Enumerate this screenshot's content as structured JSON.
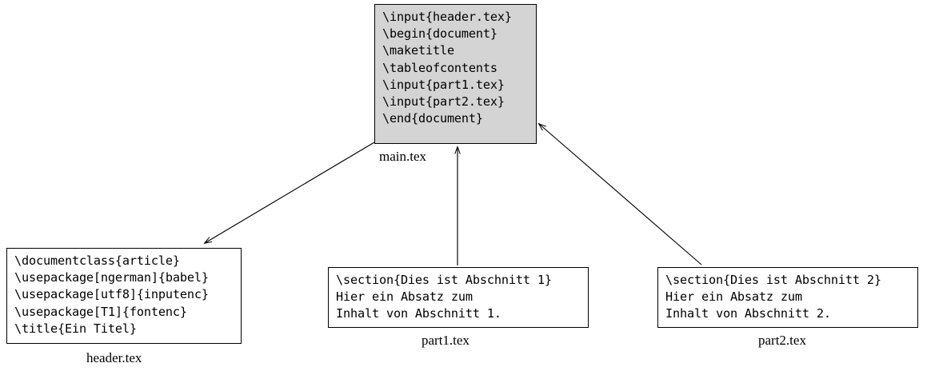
{
  "diagram": {
    "type": "latex-file-inclusion-graph",
    "background_color": "#ffffff",
    "line_color": "#000000",
    "filled_node_color": "#d4d4d4",
    "nodes": [
      {
        "id": "main",
        "caption": "main.tex",
        "filled": true,
        "lines": [
          "\\input{header.tex}",
          "\\begin{document}",
          "\\maketitle",
          "\\tableofcontents",
          "\\input{part1.tex}",
          "\\input{part2.tex}",
          "\\end{document}"
        ]
      },
      {
        "id": "header",
        "caption": "header.tex",
        "filled": false,
        "lines": [
          "\\documentclass{article}",
          "\\usepackage[ngerman]{babel}",
          "\\usepackage[utf8]{inputenc}",
          "\\usepackage[T1]{fontenc}",
          "\\title{Ein Titel}"
        ]
      },
      {
        "id": "part1",
        "caption": "part1.tex",
        "filled": false,
        "lines": [
          "\\section{Dies ist Abschnitt 1}",
          "Hier ein Absatz zum",
          "Inhalt von Abschnitt 1."
        ]
      },
      {
        "id": "part2",
        "caption": "part2.tex",
        "filled": false,
        "lines": [
          "\\section{Dies ist Abschnitt 2}",
          "Hier ein Absatz zum",
          "Inhalt von Abschnitt 2."
        ]
      }
    ],
    "edges": [
      {
        "id": "main-to-header",
        "from": "main",
        "to": "header",
        "arrow_at": "header"
      },
      {
        "id": "part1-to-main",
        "from": "part1",
        "to": "main",
        "arrow_at": "main"
      },
      {
        "id": "part2-to-main",
        "from": "part2",
        "to": "main",
        "arrow_at": "main"
      }
    ]
  }
}
